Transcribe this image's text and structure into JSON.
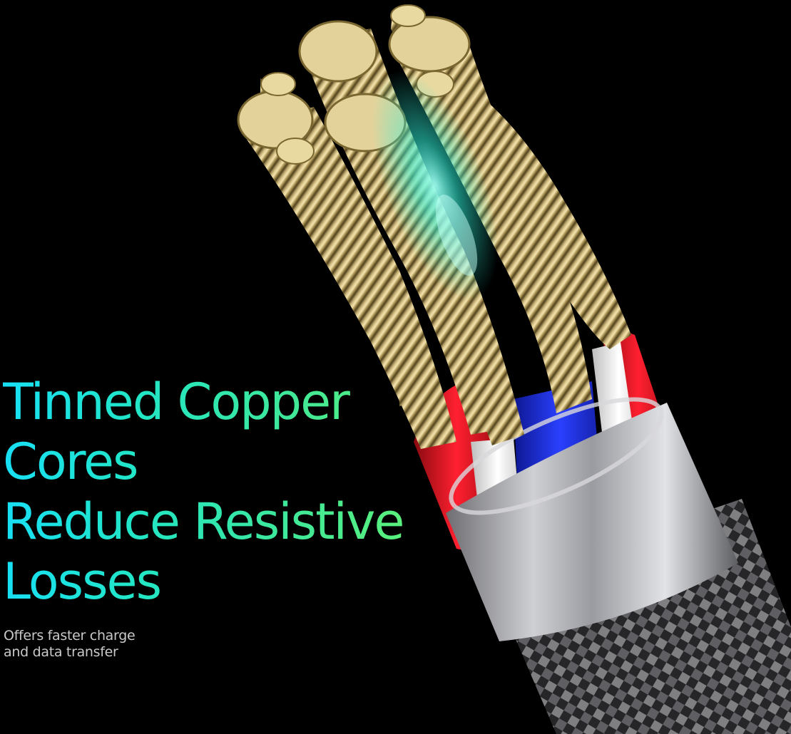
{
  "headline": {
    "lines": [
      "Tinned Copper",
      "Cores",
      "Reduce Resistive",
      "Losses"
    ]
  },
  "subtext": {
    "lines": [
      "Offers faster charge",
      "and data transfer"
    ]
  },
  "colors": {
    "background": "#000000",
    "headline_start": "#18e0f5",
    "headline_end": "#5af07c",
    "subtext": "#c9c9c9",
    "copper": "#c9b37a",
    "insulation_red": "#e8121d",
    "insulation_blue": "#1d2fe0",
    "insulation_white": "#f2f2f2",
    "shield_silver": "#a8a8ac",
    "glow": "#2ef0d8"
  }
}
